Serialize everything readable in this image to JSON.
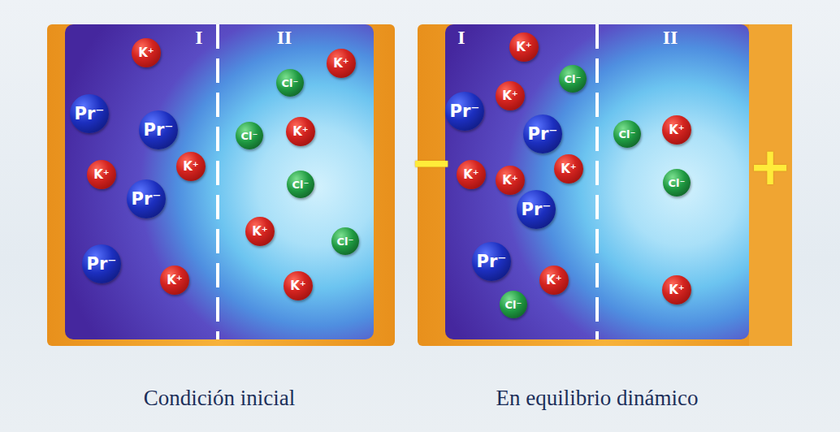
{
  "diagram": {
    "nodes": [
      {
        "text": [
          "I"
        ]
      },
      {
        "text": [
          "K⁺"
        ],
        "in": 0
      },
      {
        "text": [
          "Pr⁻"
        ],
        "in": 0
      },
      {
        "text": [
          "Pr⁻"
        ],
        "in": 0
      },
      {
        "text": [
          "K⁺"
        ],
        "in": 0
      },
      {
        "text": [
          "K⁺"
        ],
        "in": 0
      },
      {
        "text": [
          "Pr⁻"
        ],
        "in": 0
      },
      {
        "text": [
          "Pr⁻"
        ],
        "in": 0
      },
      {
        "text": [
          "K⁺"
        ],
        "in": 0
      },
      {
        "text": [
          "II"
        ]
      },
      {
        "text": [
          "K⁺"
        ],
        "in": 9
      },
      {
        "text": [
          "Cl⁻"
        ],
        "in": 9
      },
      {
        "text": [
          "K⁺"
        ],
        "in": 9
      },
      {
        "text": [
          "Cl⁻"
        ],
        "in": 9
      },
      {
        "text": [
          "Cl⁻"
        ],
        "in": 9
      },
      {
        "text": [
          "K⁺"
        ],
        "in": 9
      },
      {
        "text": [
          "Cl⁻"
        ],
        "in": 9
      },
      {
        "text": [
          "K⁺"
        ],
        "in": 9
      },
      {
        "text": [
          "I"
        ]
      },
      {
        "text": [
          "K⁺"
        ],
        "in": 18
      },
      {
        "text": [
          "Cl⁻"
        ],
        "in": 18
      },
      {
        "text": [
          "Pr⁻"
        ],
        "in": 18
      },
      {
        "text": [
          "K⁺"
        ],
        "in": 18
      },
      {
        "text": [
          "Pr⁻"
        ],
        "in": 18
      },
      {
        "text": [
          "K⁺"
        ],
        "in": 18
      },
      {
        "text": [
          "K⁺"
        ],
        "in": 18
      },
      {
        "text": [
          "K⁺"
        ],
        "in": 18
      },
      {
        "text": [
          "Pr⁻"
        ],
        "in": 18
      },
      {
        "text": [
          "Pr⁻"
        ],
        "in": 18
      },
      {
        "text": [
          "K⁺"
        ],
        "in": 18
      },
      {
        "text": [
          "Cl⁻"
        ],
        "in": 18
      },
      {
        "text": [
          "II"
        ]
      },
      {
        "text": [
          "Cl⁻"
        ],
        "in": 31
      },
      {
        "text": [
          "K⁺"
        ],
        "in": 31
      },
      {
        "text": [
          "Cl⁻"
        ],
        "in": 31
      },
      {
        "text": [
          "K⁺"
        ],
        "in": 31
      }
    ],
    "labels": [
      "Condición inicial",
      "En equilibrio dinámico",
      "−",
      "+"
    ]
  }
}
